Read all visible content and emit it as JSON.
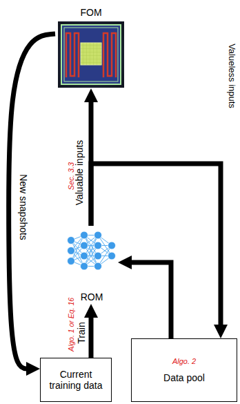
{
  "diagram": {
    "nodes": [
      {
        "text": [
          "FOM"
        ]
      },
      {
        "text": [
          "ROM"
        ]
      },
      {
        "text": [
          "Current training data"
        ]
      },
      {
        "text": [
          "Algo. 2",
          "Data pool"
        ]
      }
    ],
    "edges": [
      {
        "from": 1,
        "to": 0,
        "arrow": "to",
        "label": "Valuable inputs"
      },
      {
        "from": 1,
        "to": 3,
        "arrow": "to",
        "label": "Valueless inputs"
      },
      {
        "from": 3,
        "to": 1,
        "arrow": "to"
      },
      {
        "from": 2,
        "to": 1,
        "arrow": "to",
        "label": "Train"
      },
      {
        "from": 0,
        "to": 2,
        "arrow": "to",
        "label": "New snapshots"
      }
    ],
    "labels": [
      "Sec. 3.3",
      "Algo. 1 or Eq. 16"
    ]
  }
}
